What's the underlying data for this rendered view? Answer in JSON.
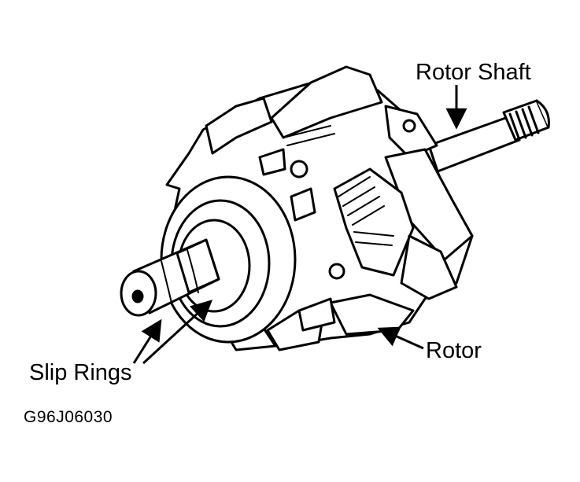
{
  "labels": {
    "rotor_shaft": "Rotor Shaft",
    "rotor": "Rotor",
    "slip_rings": "Slip Rings",
    "figure_code": "G96J06030"
  },
  "colors": {
    "ink": "#000000",
    "paper": "#ffffff"
  }
}
